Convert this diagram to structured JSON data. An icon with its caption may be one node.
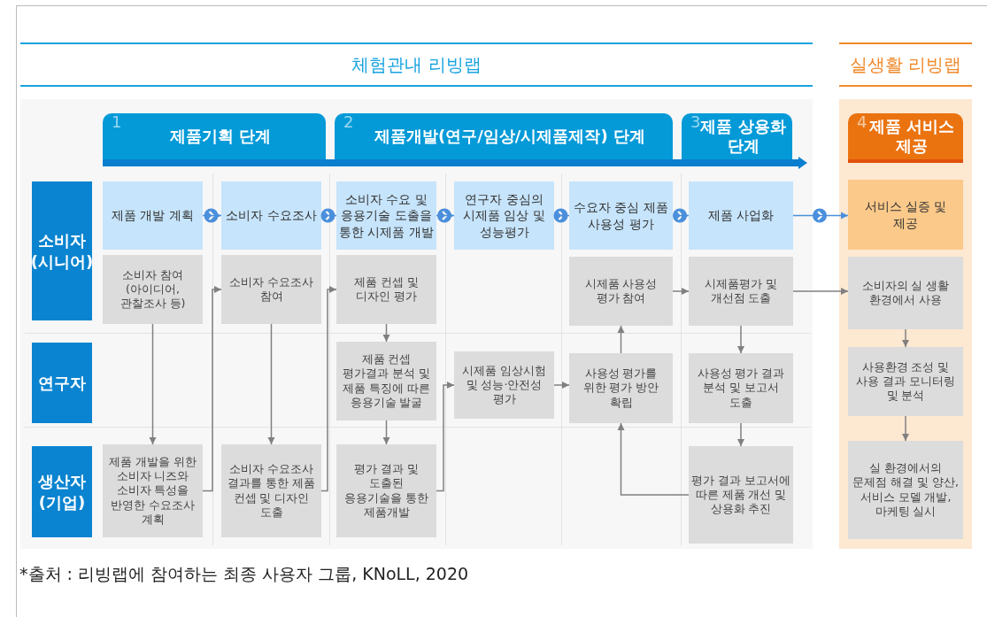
{
  "diagram": {
    "caption": "*출처 : 리빙랩에 참여하는 최종 사용자 그룹, KNoLL, 2020",
    "nodes": [
      {
        "text": [
          "체험관내 리빙랩"
        ]
      },
      {
        "text": [
          "실생활 리빙랩"
        ]
      },
      {
        "text": [
          "1",
          "제품기획 단계"
        ],
        "in": 0
      },
      {
        "text": [
          "2",
          "제품개발(연구/임상/시제품제작) 단계"
        ],
        "in": 0
      },
      {
        "text": [
          "3",
          "제품 상용화 단계"
        ],
        "in": 0
      },
      {
        "text": [
          "4",
          "제품 서비스 제공"
        ],
        "in": 1
      },
      {
        "text": [
          "소비자 (시니어)"
        ],
        "in": 0
      },
      {
        "text": [
          "연구자"
        ],
        "in": 0
      },
      {
        "text": [
          "생산자 (기업)"
        ],
        "in": 0
      },
      {
        "text": [
          "제품 개발 계획"
        ],
        "in": 0
      },
      {
        "text": [
          "소비자 수요조사"
        ],
        "in": 0
      },
      {
        "text": [
          "소비자 수요 및 응용기술 도출을 통한 시제품 개발"
        ],
        "in": 0
      },
      {
        "text": [
          "연구자 중심의 시제품 임상 및 성능평가"
        ],
        "in": 0
      },
      {
        "text": [
          "수요자 중심 제품 사용성 평가"
        ],
        "in": 0
      },
      {
        "text": [
          "제품 사업화"
        ],
        "in": 0
      },
      {
        "text": [
          "서비스 실증 및 제공"
        ],
        "in": 1
      },
      {
        "text": [
          "소비자 참여 (아이디어, 관찰조사 등)"
        ],
        "in": 0
      },
      {
        "text": [
          "소비자 수요조사 참여"
        ],
        "in": 0
      },
      {
        "text": [
          "제품 컨셉 및 디자인 평가"
        ],
        "in": 0
      },
      {
        "text": [
          "시제품 사용성 평가 참여"
        ],
        "in": 0
      },
      {
        "text": [
          "시제품평가 및 개선점 도출"
        ],
        "in": 0
      },
      {
        "text": [
          "소비자의 실 생활 환경에서 사용"
        ],
        "in": 1
      },
      {
        "text": [
          "제품 컨셉 평가결과 분석 및 제품 특징에 따른 응용기술 발굴"
        ],
        "in": 0
      },
      {
        "text": [
          "시제품 임상시험 및 성능·안전성 평가"
        ],
        "in": 0
      },
      {
        "text": [
          "사용성 평가를 위한 평가 방안 확립"
        ],
        "in": 0
      },
      {
        "text": [
          "사용성 평가 결과 분석 및 보고서 도출"
        ],
        "in": 0
      },
      {
        "text": [
          "사용환경 조성 및 사용 결과 모니터링 및 분석"
        ],
        "in": 1
      },
      {
        "text": [
          "제품 개발을 위한 소비자 니즈와 소비자 특성을 반영한 수요조사 계획"
        ],
        "in": 0
      },
      {
        "text": [
          "소비자 수요조사 결과를 통한 제품 컨셉 및 디자인 도출"
        ],
        "in": 0
      },
      {
        "text": [
          "평가 결과 및 도출된 응용기술을 통한 제품개발"
        ],
        "in": 0
      },
      {
        "text": [
          "평가 결과 보고서에 따른 제품 개선 및 상용화 추진"
        ],
        "in": 0
      },
      {
        "text": [
          "실 환경에서의 문제점 해결 및 양산, 서비스 모델 개발, 마케팅 실시"
        ],
        "in": 1
      }
    ],
    "edges": [
      {
        "from": 9,
        "to": 10,
        "arrow": "to",
        "color": "#4a8fdc"
      },
      {
        "from": 10,
        "to": 11,
        "arrow": "to",
        "color": "#4a8fdc"
      },
      {
        "from": 11,
        "to": 12,
        "arrow": "to",
        "color": "#4a8fdc"
      },
      {
        "from": 12,
        "to": 13,
        "arrow": "to",
        "color": "#4a8fdc"
      },
      {
        "from": 13,
        "to": 14,
        "arrow": "to",
        "color": "#4a8fdc"
      },
      {
        "from": 14,
        "to": 15,
        "arrow": "to",
        "color": "#4a8fdc"
      },
      {
        "from": 16,
        "to": 27,
        "arrow": "to"
      },
      {
        "from": 27,
        "to": 17,
        "arrow": "to"
      },
      {
        "from": 17,
        "to": 28,
        "arrow": "to"
      },
      {
        "from": 28,
        "to": 18,
        "arrow": "to"
      },
      {
        "from": 18,
        "to": 22,
        "arrow": "to"
      },
      {
        "from": 22,
        "to": 29,
        "arrow": "to"
      },
      {
        "from": 29,
        "to": 23,
        "arrow": "to"
      },
      {
        "from": 23,
        "to": 24,
        "arrow": "to"
      },
      {
        "from": 24,
        "to": 19,
        "arrow": "to"
      },
      {
        "from": 19,
        "to": 20,
        "arrow": "to"
      },
      {
        "from": 20,
        "to": 21,
        "arrow": "to"
      },
      {
        "from": 20,
        "to": 25,
        "arrow": "to"
      },
      {
        "from": 25,
        "to": 30,
        "arrow": "to"
      },
      {
        "from": 30,
        "to": 24,
        "arrow": "to"
      },
      {
        "from": 21,
        "to": 26,
        "arrow": "to"
      },
      {
        "from": 26,
        "to": 31,
        "arrow": "to"
      }
    ]
  }
}
